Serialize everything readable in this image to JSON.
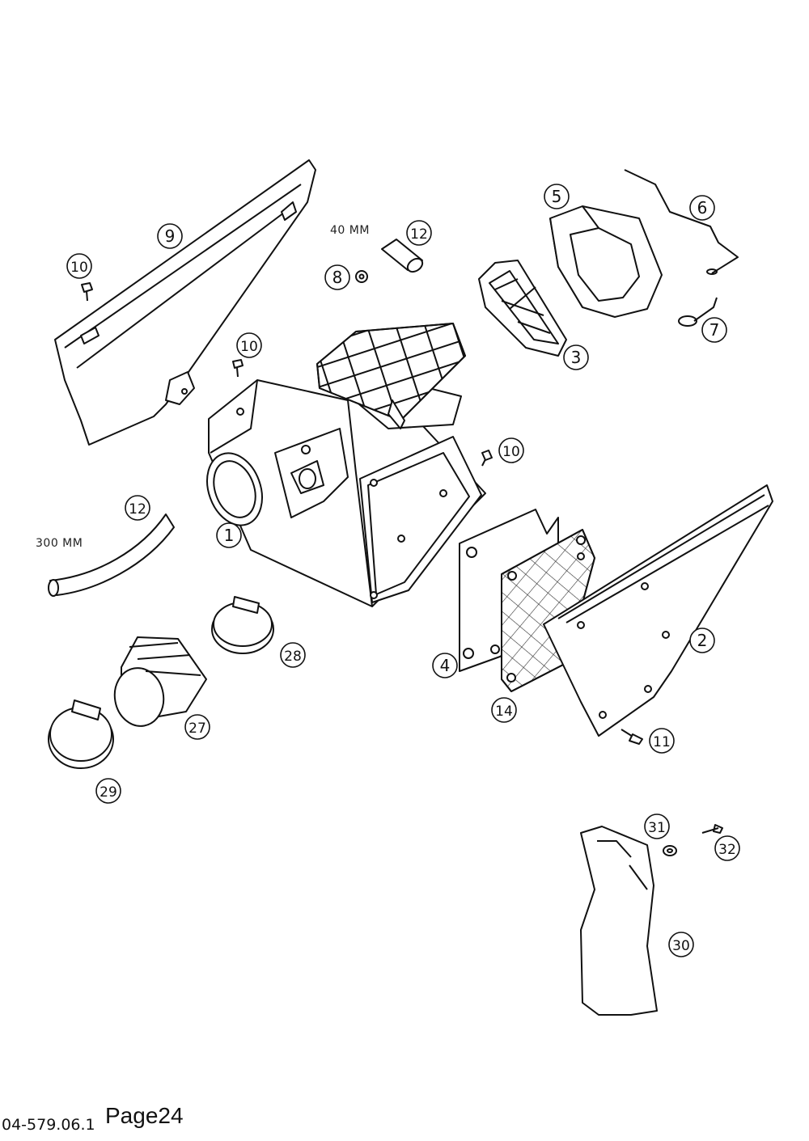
{
  "callouts": [
    {
      "label": "1"
    },
    {
      "label": "2"
    },
    {
      "label": "3"
    },
    {
      "label": "4"
    },
    {
      "label": "5"
    },
    {
      "label": "6"
    },
    {
      "label": "7"
    },
    {
      "label": "8"
    },
    {
      "label": "9"
    },
    {
      "label": "10"
    },
    {
      "label": "10"
    },
    {
      "label": "10"
    },
    {
      "label": "11"
    },
    {
      "label": "12"
    },
    {
      "label": "12"
    },
    {
      "label": "14"
    },
    {
      "label": "27"
    },
    {
      "label": "28"
    },
    {
      "label": "29"
    },
    {
      "label": "30"
    },
    {
      "label": "31"
    },
    {
      "label": "32"
    }
  ],
  "dimensions": {
    "short_hose": "40 MM",
    "long_hose": "300 MM"
  },
  "footer": {
    "code": "04-579.06.1",
    "page": "Page24"
  }
}
